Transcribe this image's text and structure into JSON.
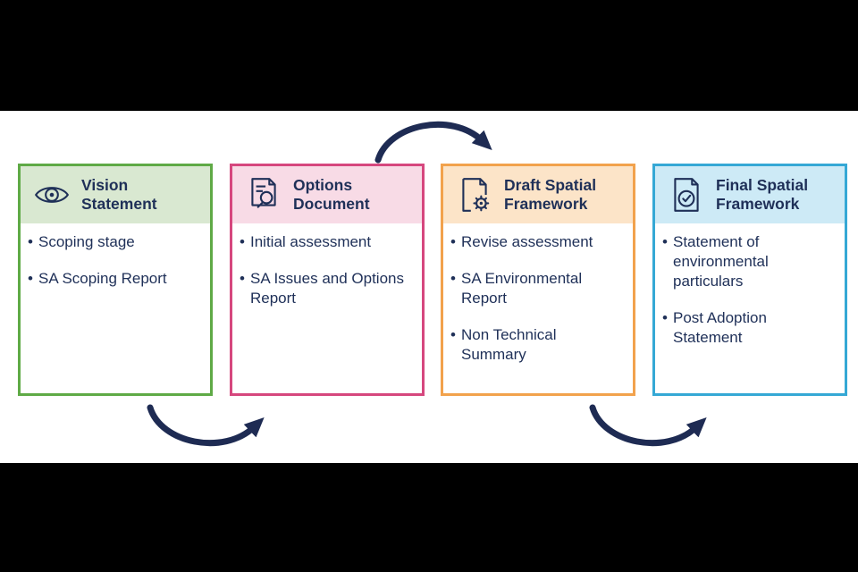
{
  "colors": {
    "text": "#1f3058",
    "arrow": "#1e2b53",
    "background_bars": "#000000",
    "page_background": "#ffffff"
  },
  "stages": [
    {
      "title": "Vision Statement",
      "icon": "eye-icon",
      "border_color": "#5faa46",
      "header_bg": "#d9e8d1",
      "items": [
        "Scoping stage",
        "SA Scoping Report"
      ]
    },
    {
      "title": "Options Document",
      "icon": "document-search-icon",
      "border_color": "#d6477e",
      "header_bg": "#f8dbe6",
      "items": [
        "Initial assessment",
        "SA Issues and Options Report"
      ]
    },
    {
      "title": "Draft Spatial Framework",
      "icon": "document-gear-icon",
      "border_color": "#f2a24c",
      "header_bg": "#fce4c8",
      "items": [
        "Revise assessment",
        "SA Environmental Report",
        "Non Technical Summary"
      ]
    },
    {
      "title": "Final Spatial Framework",
      "icon": "document-check-icon",
      "border_color": "#35a8d5",
      "header_bg": "#cdeaf6",
      "items": [
        "Statement of environmental particulars",
        "Post Adoption Statement"
      ]
    }
  ]
}
